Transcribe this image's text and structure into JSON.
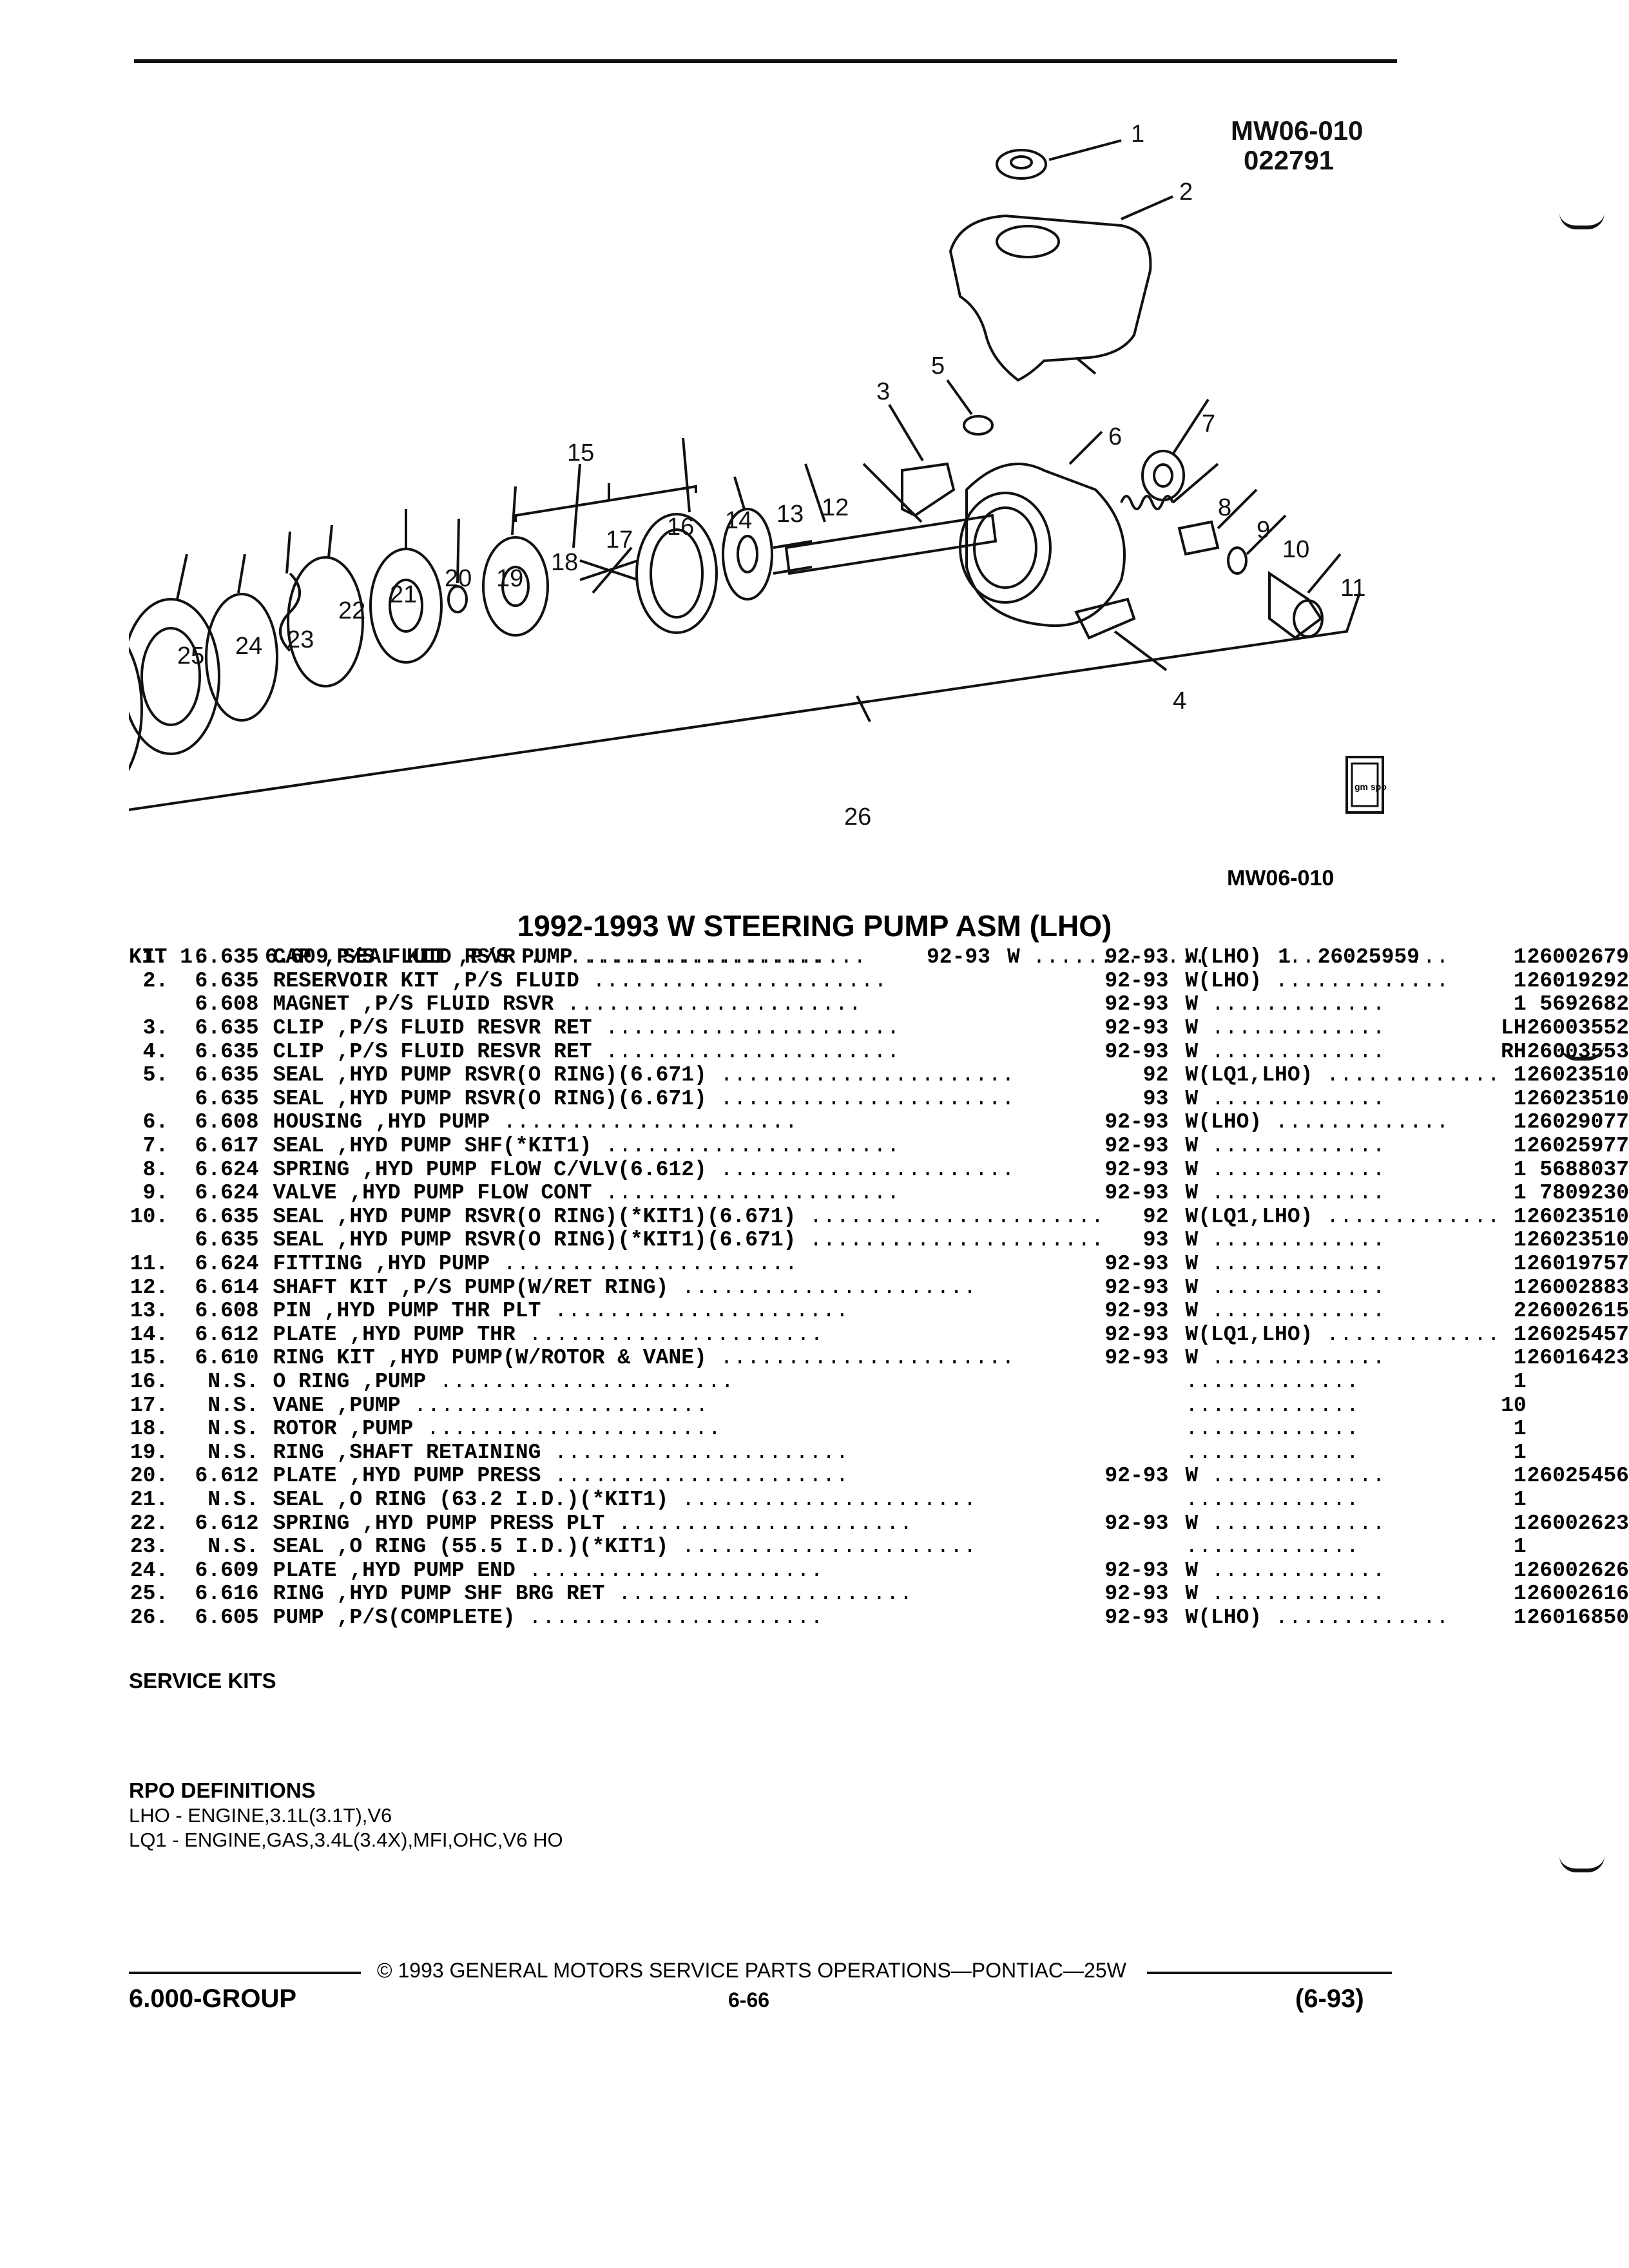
{
  "header": {
    "ref_code": "MW06-010",
    "ref_date": "022791"
  },
  "diagram": {
    "callouts": [
      "1",
      "2",
      "3",
      "4",
      "5",
      "6",
      "7",
      "8",
      "9",
      "10",
      "11",
      "12",
      "13",
      "14",
      "15",
      "16",
      "17",
      "18",
      "19",
      "20",
      "21",
      "22",
      "23",
      "24",
      "25",
      "26"
    ],
    "label": "MW06-010",
    "logo_text": "gm spo"
  },
  "title": "1992-1993 W STEERING PUMP ASM (LHO)",
  "parts": [
    {
      "ref": "1.",
      "group": "6.635",
      "desc": "CAP ,P/S FLUID RSVR",
      "years": "92-93",
      "model": "W(LHO)",
      "qty": "1",
      "pn": "26002679"
    },
    {
      "ref": "2.",
      "group": "6.635",
      "desc": "RESERVOIR KIT ,P/S FLUID",
      "years": "92-93",
      "model": "W(LHO)",
      "qty": "1",
      "pn": "26019292"
    },
    {
      "ref": "",
      "group": "6.608",
      "desc": "MAGNET ,P/S FLUID RSVR",
      "years": "92-93",
      "model": "W",
      "qty": "1",
      "pn": "5692682"
    },
    {
      "ref": "3.",
      "group": "6.635",
      "desc": "CLIP ,P/S FLUID RESVR RET",
      "years": "92-93",
      "model": "W",
      "qty": "LH",
      "pn": "26003552"
    },
    {
      "ref": "4.",
      "group": "6.635",
      "desc": "CLIP ,P/S FLUID RESVR RET",
      "years": "92-93",
      "model": "W",
      "qty": "RH",
      "pn": "26003553"
    },
    {
      "ref": "5.",
      "group": "6.635",
      "desc": "SEAL ,HYD PUMP RSVR(O RING)(6.671)",
      "years": "92",
      "model": "W(LQ1,LHO)",
      "qty": "1",
      "pn": "26023510"
    },
    {
      "ref": "",
      "group": "6.635",
      "desc": "SEAL ,HYD PUMP RSVR(O RING)(6.671)",
      "years": "93",
      "model": "W",
      "qty": "1",
      "pn": "26023510"
    },
    {
      "ref": "6.",
      "group": "6.608",
      "desc": "HOUSING ,HYD PUMP",
      "years": "92-93",
      "model": "W(LHO)",
      "qty": "1",
      "pn": "26029077"
    },
    {
      "ref": "7.",
      "group": "6.617",
      "desc": "SEAL ,HYD PUMP SHF(*KIT1)",
      "years": "92-93",
      "model": "W",
      "qty": "1",
      "pn": "26025977"
    },
    {
      "ref": "8.",
      "group": "6.624",
      "desc": "SPRING ,HYD PUMP FLOW C/VLV(6.612)",
      "years": "92-93",
      "model": "W",
      "qty": "1",
      "pn": "5688037"
    },
    {
      "ref": "9.",
      "group": "6.624",
      "desc": "VALVE ,HYD PUMP FLOW CONT",
      "years": "92-93",
      "model": "W",
      "qty": "1",
      "pn": "7809230"
    },
    {
      "ref": "10.",
      "group": "6.635",
      "desc": "SEAL ,HYD PUMP RSVR(O RING)(*KIT1)(6.671)",
      "years": "92",
      "model": "W(LQ1,LHO)",
      "qty": "1",
      "pn": "26023510"
    },
    {
      "ref": "",
      "group": "6.635",
      "desc": "SEAL ,HYD PUMP RSVR(O RING)(*KIT1)(6.671)",
      "years": "93",
      "model": "W",
      "qty": "1",
      "pn": "26023510"
    },
    {
      "ref": "11.",
      "group": "6.624",
      "desc": "FITTING ,HYD PUMP",
      "years": "92-93",
      "model": "W",
      "qty": "1",
      "pn": "26019757"
    },
    {
      "ref": "12.",
      "group": "6.614",
      "desc": "SHAFT KIT ,P/S PUMP(W/RET RING)",
      "years": "92-93",
      "model": "W",
      "qty": "1",
      "pn": "26002883"
    },
    {
      "ref": "13.",
      "group": "6.608",
      "desc": "PIN ,HYD PUMP THR PLT",
      "years": "92-93",
      "model": "W",
      "qty": "2",
      "pn": "26002615"
    },
    {
      "ref": "14.",
      "group": "6.612",
      "desc": "PLATE ,HYD PUMP THR",
      "years": "92-93",
      "model": "W(LQ1,LHO)",
      "qty": "1",
      "pn": "26025457"
    },
    {
      "ref": "15.",
      "group": "6.610",
      "desc": "RING KIT ,HYD PUMP(W/ROTOR & VANE)",
      "years": "92-93",
      "model": "W",
      "qty": "1",
      "pn": "26016423"
    },
    {
      "ref": "16.",
      "group": "N.S.",
      "desc": "O RING ,PUMP",
      "years": "",
      "model": "",
      "qty": "1",
      "pn": ""
    },
    {
      "ref": "17.",
      "group": "N.S.",
      "desc": "VANE ,PUMP",
      "years": "",
      "model": "",
      "qty": "10",
      "pn": ""
    },
    {
      "ref": "18.",
      "group": "N.S.",
      "desc": "ROTOR ,PUMP",
      "years": "",
      "model": "",
      "qty": "1",
      "pn": ""
    },
    {
      "ref": "19.",
      "group": "N.S.",
      "desc": "RING ,SHAFT RETAINING",
      "years": "",
      "model": "",
      "qty": "1",
      "pn": ""
    },
    {
      "ref": "20.",
      "group": "6.612",
      "desc": "PLATE ,HYD PUMP PRESS",
      "years": "92-93",
      "model": "W",
      "qty": "1",
      "pn": "26025456"
    },
    {
      "ref": "21.",
      "group": "N.S.",
      "desc": "SEAL ,O RING (63.2 I.D.)(*KIT1)",
      "years": "",
      "model": "",
      "qty": "1",
      "pn": ""
    },
    {
      "ref": "22.",
      "group": "6.612",
      "desc": "SPRING ,HYD PUMP PRESS PLT",
      "years": "92-93",
      "model": "W",
      "qty": "1",
      "pn": "26002623"
    },
    {
      "ref": "23.",
      "group": "N.S.",
      "desc": "SEAL ,O RING (55.5 I.D.)(*KIT1)",
      "years": "",
      "model": "",
      "qty": "1",
      "pn": ""
    },
    {
      "ref": "24.",
      "group": "6.609",
      "desc": "PLATE ,HYD PUMP END",
      "years": "92-93",
      "model": "W",
      "qty": "1",
      "pn": "26002626"
    },
    {
      "ref": "25.",
      "group": "6.616",
      "desc": "RING ,HYD PUMP SHF BRG RET",
      "years": "92-93",
      "model": "W",
      "qty": "1",
      "pn": "26002616"
    },
    {
      "ref": "26.",
      "group": "6.605",
      "desc": "PUMP ,P/S(COMPLETE)",
      "years": "92-93",
      "model": "W(LHO)",
      "qty": "1",
      "pn": "26016850"
    }
  ],
  "service_kits": {
    "heading": "SERVICE KITS",
    "kit": {
      "ref": "KIT 1.",
      "group": "6.609",
      "desc": "SEAL KIT ,P/S PUMP",
      "years": "92-93",
      "model": "W",
      "qty": "1",
      "pn": "26025959"
    }
  },
  "rpo": {
    "heading": "RPO DEFINITIONS",
    "lines": [
      "LHO - ENGINE,3.1L(3.1T),V6",
      "LQ1 - ENGINE,GAS,3.4L(3.4X),MFI,OHC,V6 HO"
    ]
  },
  "footer": {
    "copyright": "© 1993 GENERAL MOTORS SERVICE PARTS OPERATIONS—PONTIAC—25W",
    "group": "6.000-GROUP",
    "page": "6-66",
    "revision": "(6-93)"
  }
}
